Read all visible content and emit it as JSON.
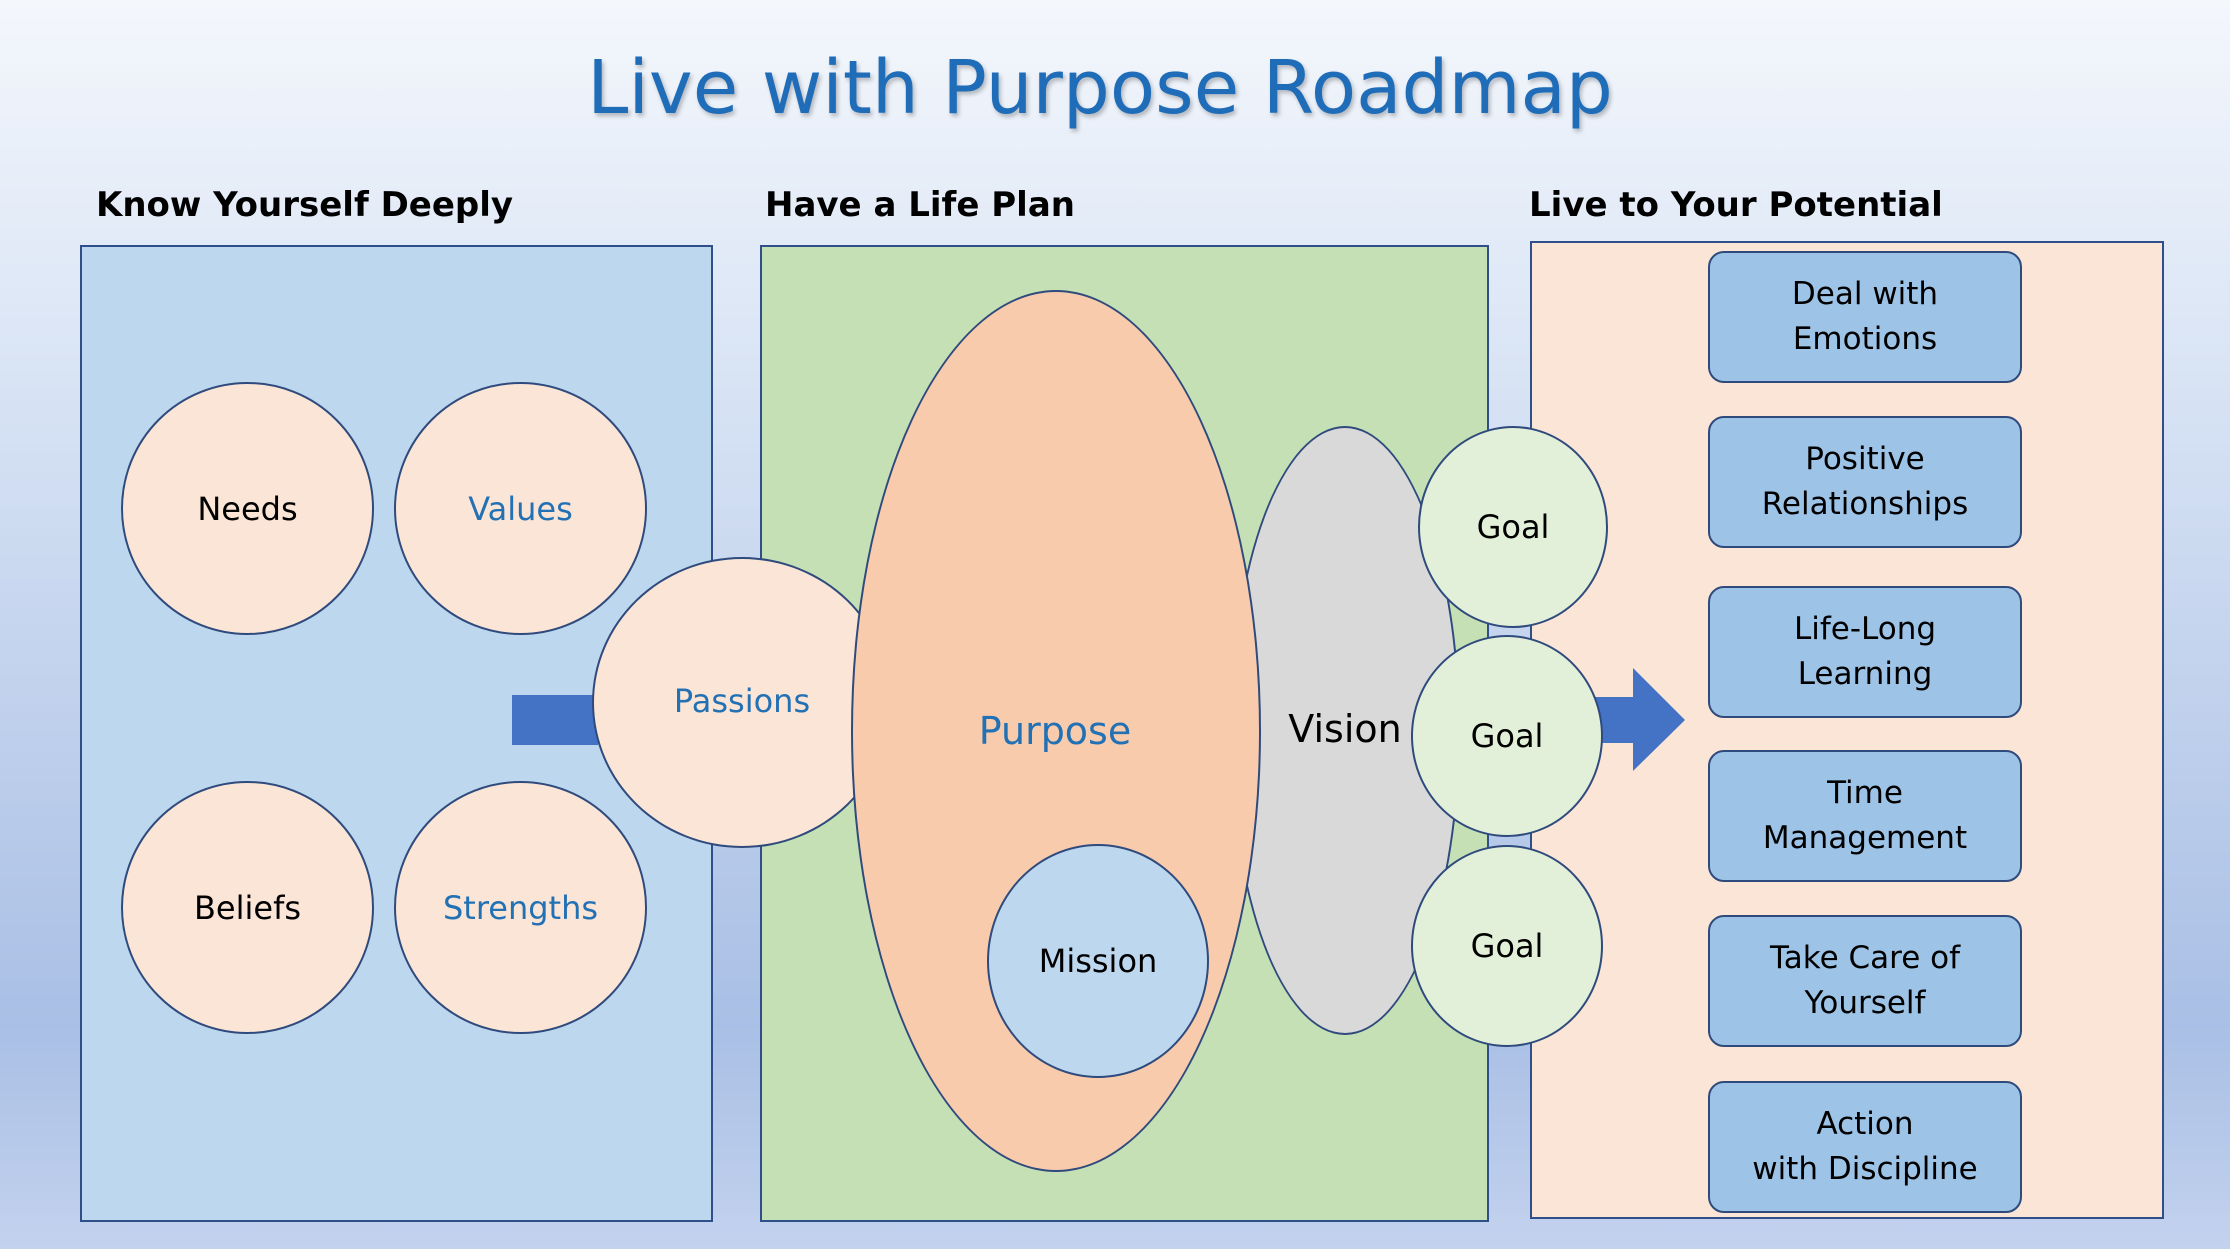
{
  "title": "Live with Purpose Roadmap",
  "sections": [
    {
      "heading": "Know Yourself Deeply"
    },
    {
      "heading": "Have a Life Plan"
    },
    {
      "heading": "Live to Your Potential"
    }
  ],
  "know_yourself": {
    "needs": "Needs",
    "values": "Values",
    "beliefs": "Beliefs",
    "strengths": "Strengths",
    "passions": "Passions"
  },
  "life_plan": {
    "purpose": "Purpose",
    "mission": "Mission",
    "vision": "Vision",
    "goals": [
      "Goal",
      "Goal",
      "Goal"
    ]
  },
  "potential": {
    "items": [
      "Deal with\nEmotions",
      "Positive\nRelationships",
      "Life-Long\nLearning",
      "Time\nManagement",
      "Take Care of\nYourself",
      "Action\nwith Discipline"
    ]
  },
  "colors": {
    "title": "#1f6db8",
    "panel_blue": "#bdd7ee",
    "panel_green": "#c5e0b4",
    "panel_peach": "#fbe5d6",
    "purpose": "#f8cbad",
    "mission": "#bdd7ee",
    "vision": "#d9d9d9",
    "goal": "#e2f0d9",
    "item_box": "#9dc3e6",
    "arrow": "#4472c4"
  }
}
